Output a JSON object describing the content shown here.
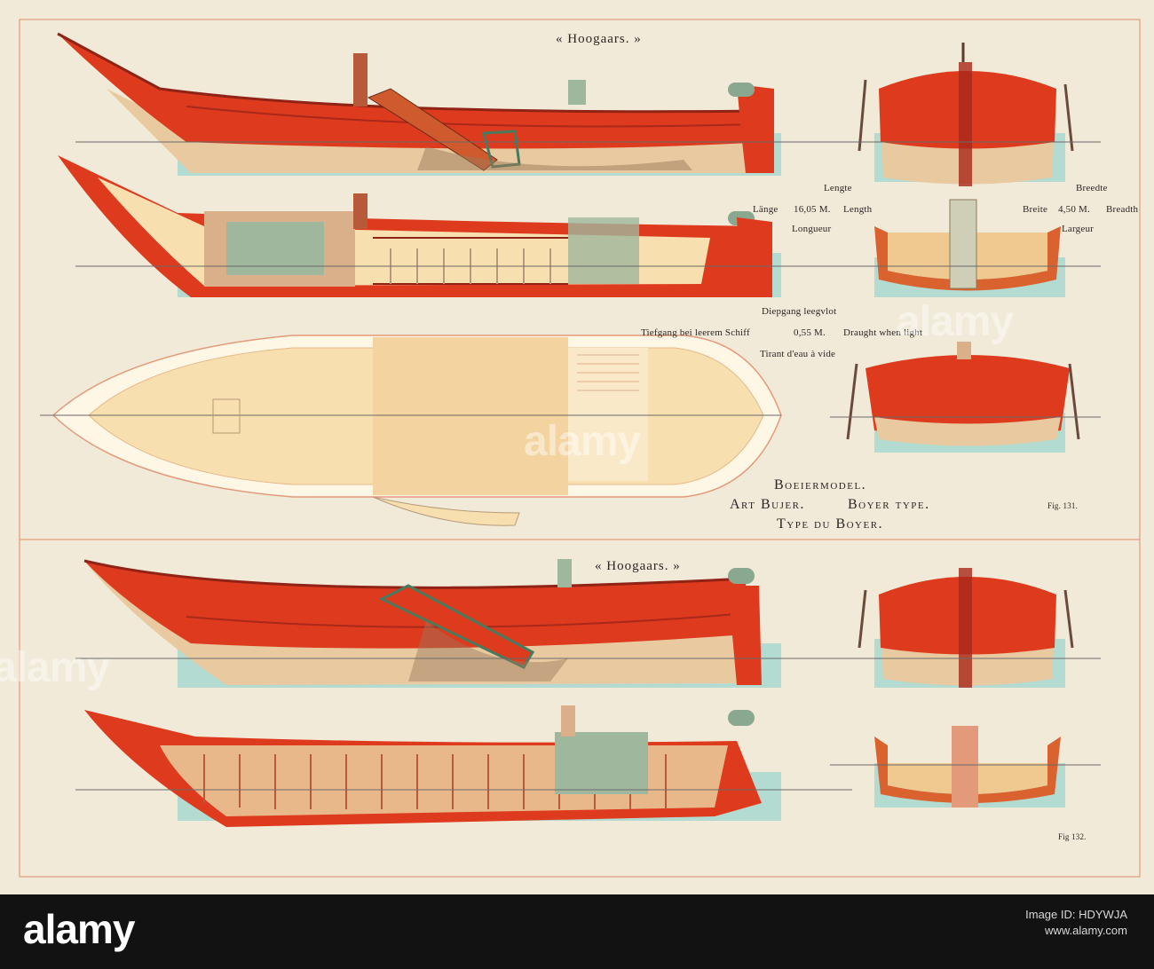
{
  "plate": {
    "title_top": "« Hoogaars. »",
    "title_bottom": "« Hoogaars. »",
    "dimensions": {
      "length_nl": "Lengte",
      "length_de": "Länge",
      "length_value": "16,05 M.",
      "length_en": "Length",
      "length_fr": "Longueur",
      "breadth_nl": "Breedte",
      "breadth_de": "Breite",
      "breadth_value": "4,50 M.",
      "breadth_en": "Breadth",
      "breadth_fr": "Largeur",
      "draught_nl": "Diepgang leegvlot",
      "draught_de": "Tiefgang bei leerem Schiff",
      "draught_value": "0,55 M.",
      "draught_en": "Draught when light",
      "draught_fr": "Tirant d'eau à vide"
    },
    "caption": {
      "line1": "Boeiermodel.",
      "line2a": "Art Bujer.",
      "line2b": "Boyer type.",
      "line3": "Type du Boyer."
    },
    "fig_131": "Fig. 131.",
    "fig_132": "Fig 132."
  },
  "watermark": {
    "brand": "alamy",
    "image_id": "Image ID: HDYWJA",
    "site": "www.alamy.com"
  },
  "colors": {
    "hull_red": "#de3a1e",
    "hull_dark": "#a8281a",
    "below_water": "#e8c9a0",
    "water": "#9fd6cf",
    "deck_cream": "#f7dfb0",
    "cabin_green": "#9fb79c",
    "paper": "#f1ead8",
    "frame_line": "#e39a7a"
  }
}
